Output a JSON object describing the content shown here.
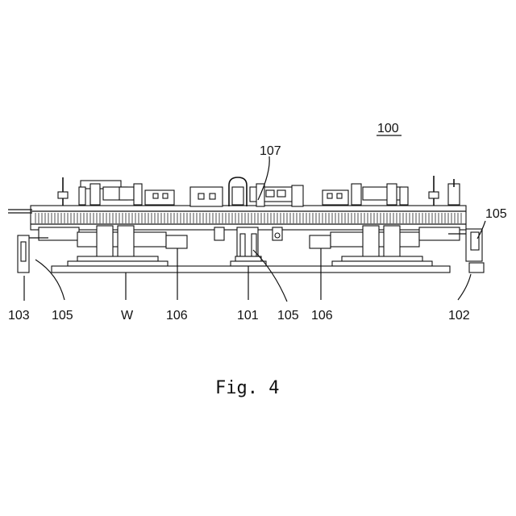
{
  "figure": {
    "reference_label": "100",
    "caption": "Fig. 4"
  },
  "labels": {
    "l103": "103",
    "l105_left": "105",
    "lW": "W",
    "l106_left": "106",
    "l101": "101",
    "l105_mid": "105",
    "l106_right": "106",
    "l102": "102",
    "l105_right": "105",
    "l107": "107"
  }
}
